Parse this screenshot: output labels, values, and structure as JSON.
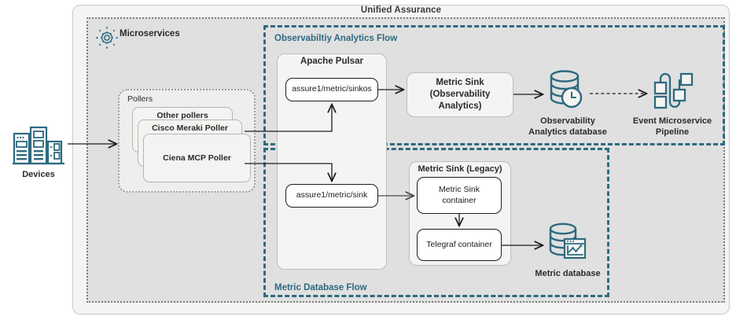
{
  "diagram": {
    "title": "Unified Assurance",
    "regions": {
      "microservices": {
        "label": "Microservices",
        "icon": "gear-microservices-icon"
      },
      "observability_flow": {
        "label": "Observabiltiy Analytics Flow"
      },
      "metric_database_flow": {
        "label": "Metric Database Flow"
      }
    },
    "groups": {
      "pollers": {
        "title": "Pollers"
      },
      "apache_pulsar": {
        "title": "Apache Pulsar"
      },
      "metric_sink_legacy": {
        "title": "Metric Sink (Legacy)"
      }
    },
    "pollers": [
      {
        "label": "Other pollers"
      },
      {
        "label": "Cisco Meraki Poller"
      },
      {
        "label": "Ciena MCP Poller"
      }
    ],
    "topics": {
      "sinkos": "assure1/metric/sinkos",
      "sink": "assure1/metric/sink"
    },
    "nodes": {
      "metric_sink_oa": "Metric Sink\n(Observability Analytics)",
      "metric_sink_oa_line1": "Metric Sink",
      "metric_sink_oa_line2": "(Observability Analytics)",
      "metric_sink_container_line1": "Metric Sink",
      "metric_sink_container_line2": "container",
      "telegraf_container": "Telegraf container"
    },
    "leaves": {
      "devices": {
        "label": "Devices",
        "icon": "devices-rack-icon"
      },
      "observability_db": {
        "label_line1": "Observability",
        "label_line2": "Analytics database",
        "icon": "database-clock-icon"
      },
      "event_pipeline": {
        "label_line1": "Event Microservice",
        "label_line2": "Pipeline",
        "icon": "pipeline-nodes-icon"
      },
      "metric_db": {
        "label": "Metric database",
        "icon": "database-chart-icon"
      }
    },
    "colors": {
      "accent_blue": "#2e6a80",
      "region_fill": "#e0e0e0",
      "shell_fill": "#f4f4f2",
      "stroke_dark": "#1d1d1d",
      "stroke_grey": "#7d7d7d"
    }
  }
}
